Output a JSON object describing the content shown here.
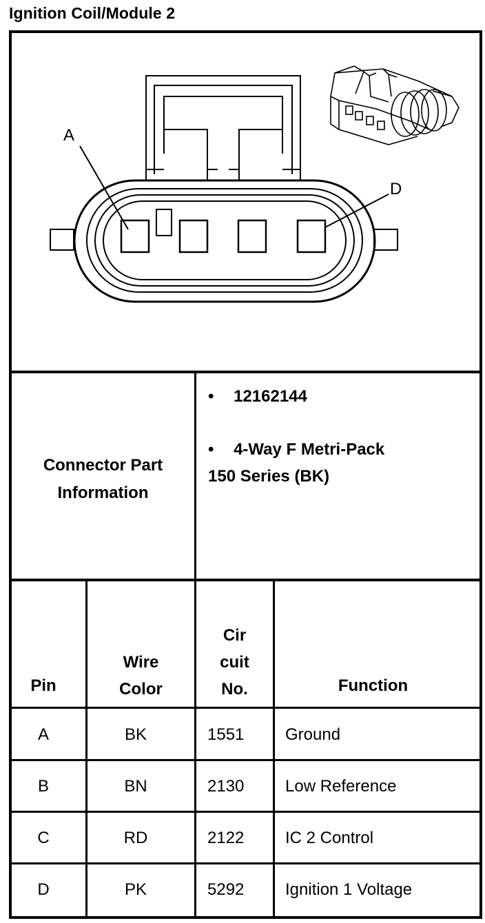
{
  "title": "Ignition Coil/Module 2",
  "diagram": {
    "pin_label_left": "A",
    "pin_label_right": "D"
  },
  "connector_info": {
    "label_line1": "Connector Part",
    "label_line2": "Information",
    "part_number": "12162144",
    "description_line1": "4-Way F Metri-Pack",
    "description_line2": "150 Series (BK)",
    "bullet": "•"
  },
  "table": {
    "headers": {
      "pin": "Pin",
      "wire_color_line1": "Wire",
      "wire_color_line2": "Color",
      "circuit_line1": "Cir",
      "circuit_line2": "cuit",
      "circuit_line3": "No.",
      "function": "Function"
    },
    "rows": [
      {
        "pin": "A",
        "wire_color": "BK",
        "circuit": "1551",
        "function": "Ground"
      },
      {
        "pin": "B",
        "wire_color": "BN",
        "circuit": "2130",
        "function": "Low Reference"
      },
      {
        "pin": "C",
        "wire_color": "RD",
        "circuit": "2122",
        "function": "IC 2 Control"
      },
      {
        "pin": "D",
        "wire_color": "PK",
        "circuit": "5292",
        "function": "Ignition 1 Voltage"
      }
    ]
  }
}
